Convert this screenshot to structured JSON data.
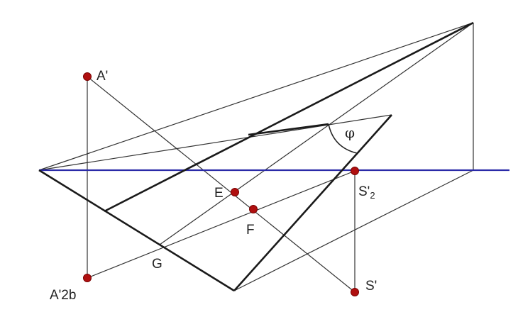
{
  "diagram": {
    "labels": {
      "A_prime": "A'",
      "A2b": "A'2b",
      "E": "E",
      "F": "F",
      "G": "G",
      "S2_main": "S'",
      "S2_sub": "2",
      "S_prime": "S'",
      "phi": "φ"
    },
    "colors": {
      "line": "#333333",
      "heavy_line": "#1a1a1a",
      "horizon_line": "#2a2aa8",
      "point": "#b01010"
    }
  }
}
